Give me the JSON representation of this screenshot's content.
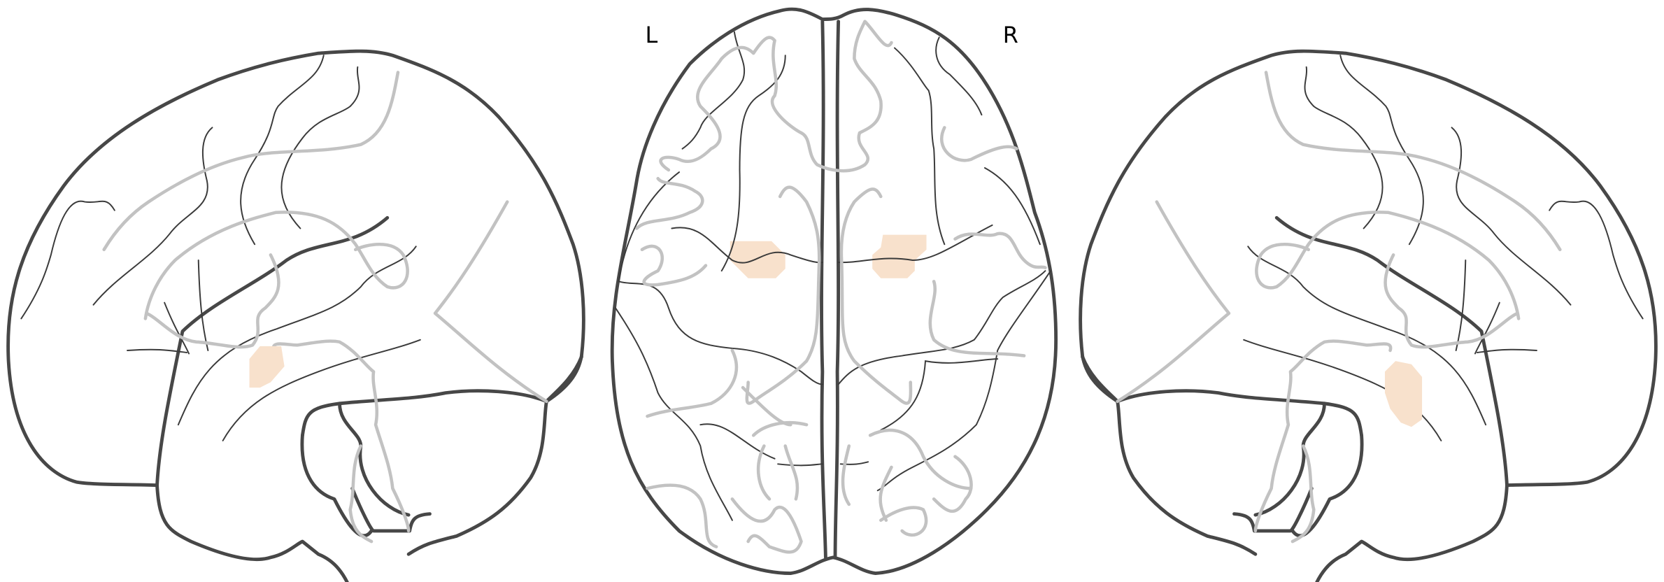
{
  "figure": {
    "type": "glass-brain",
    "views": [
      "sagittal-left",
      "axial",
      "sagittal-right"
    ],
    "axial_labels": {
      "left": "L",
      "right": "R"
    },
    "colors": {
      "outline": "#474747",
      "gyri": "#c2c2c2",
      "activation": "#f8e1cc"
    }
  }
}
